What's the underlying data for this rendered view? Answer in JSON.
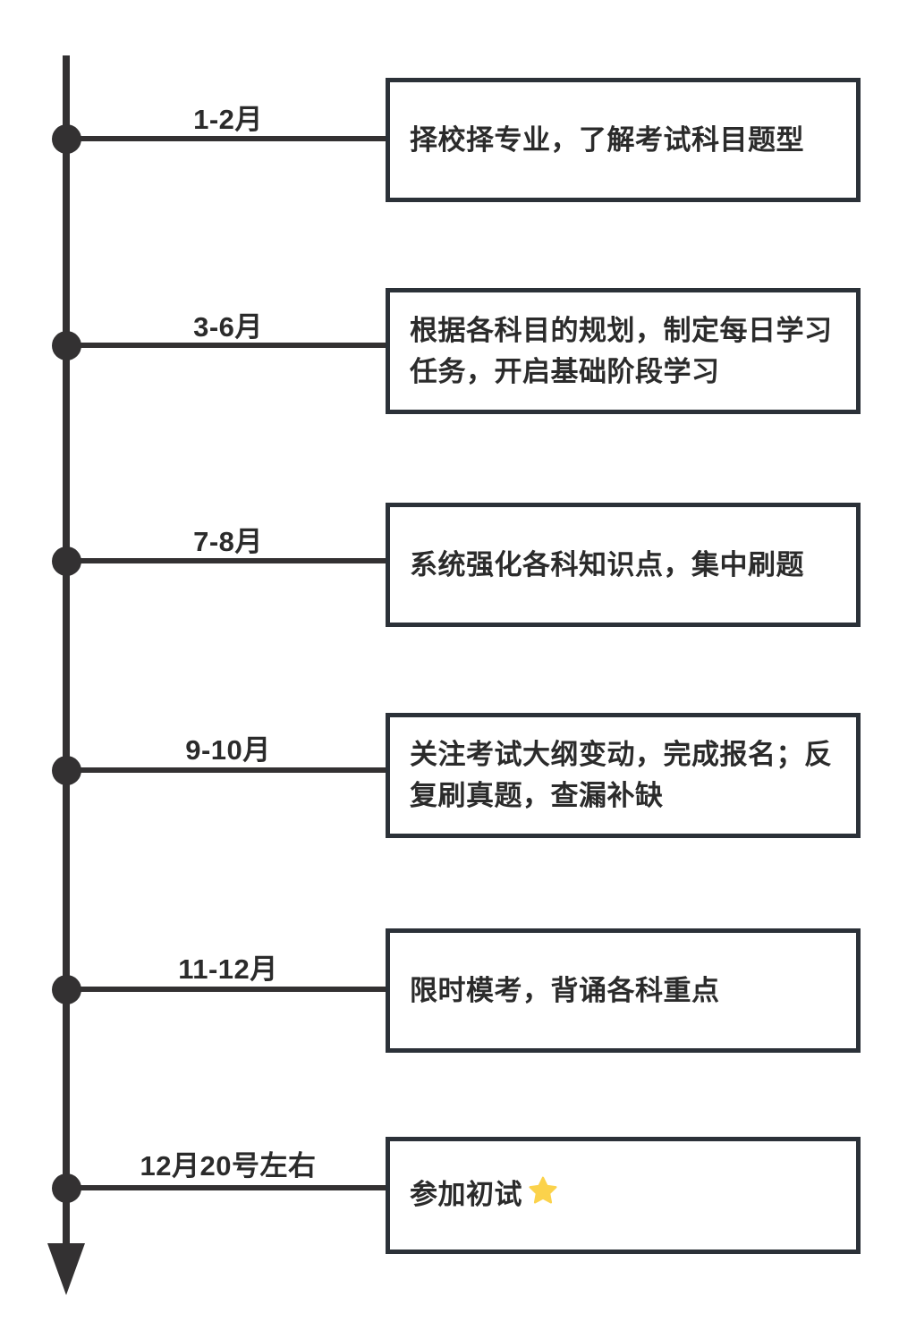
{
  "diagram": {
    "type": "vertical-timeline",
    "orientation": "top-to-bottom",
    "axis_color": "#333132",
    "box_border_color": "#2b3138",
    "text_color": "#2b2b2b",
    "accent_color": "#fbd24b",
    "milestones": [
      {
        "period": "1-2月",
        "text": "择校择专业，了解考试科目题型",
        "icon": ""
      },
      {
        "period": "3-6月",
        "text": "根据各科目的规划，制定每日学习任务，开启基础阶段学习",
        "icon": ""
      },
      {
        "period": "7-8月",
        "text": "系统强化各科知识点，集中刷题",
        "icon": ""
      },
      {
        "period": "9-10月",
        "text": "关注考试大纲变动，完成报名；反复刷真题，查漏补缺",
        "icon": ""
      },
      {
        "period": "11-12月",
        "text": "限时模考，背诵各科重点",
        "icon": ""
      },
      {
        "period": "12月20号左右",
        "text": "参加初试",
        "icon": "star-icon"
      }
    ]
  }
}
